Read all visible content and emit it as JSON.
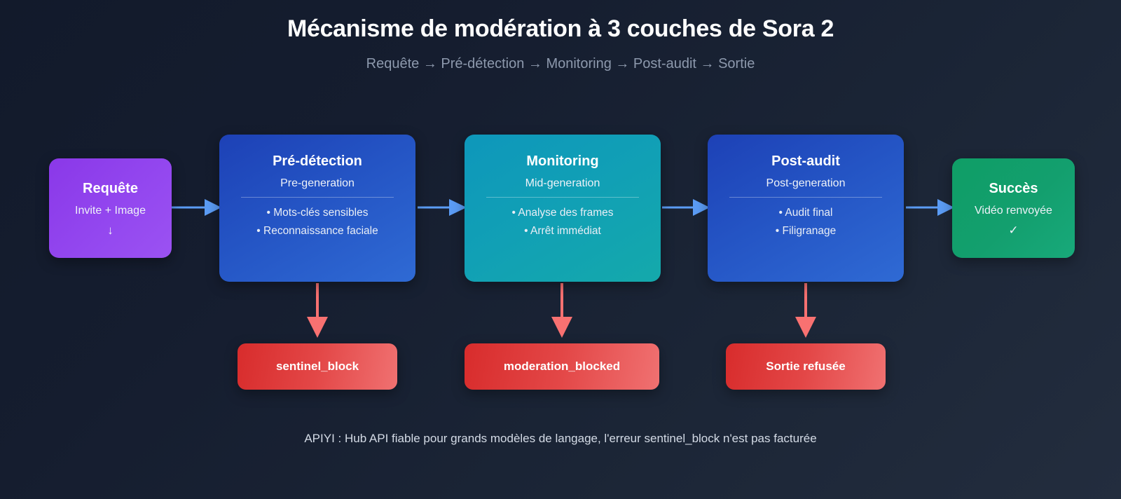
{
  "header": {
    "title": "Mécanisme de modération à 3 couches de Sora 2",
    "subtitle": "Requête → Pré-détection → Monitoring → Post-audit → Sortie"
  },
  "colors": {
    "background": "#151d2f",
    "start": "#9347ef",
    "stage_blue": "#2454c4",
    "stage_teal": "#11a0b5",
    "success": "#139f6e",
    "error": "#e34747",
    "flow_arrow": "#5b9cf5",
    "reject_arrow": "#f87171",
    "subtitle_text": "#8d99ad"
  },
  "flow": {
    "start": {
      "title": "Requête",
      "subtitle": "Invite + Image",
      "mark": "↓"
    },
    "stages": [
      {
        "id": "pre-detection",
        "title": "Pré-détection",
        "subtitle": "Pre-generation",
        "bullets": [
          "• Mots-clés sensibles",
          "• Reconnaissance faciale"
        ],
        "failure": "sentinel_block"
      },
      {
        "id": "monitoring",
        "title": "Monitoring",
        "subtitle": "Mid-generation",
        "bullets": [
          "• Analyse des frames",
          "• Arrêt immédiat"
        ],
        "failure": "moderation_blocked"
      },
      {
        "id": "post-audit",
        "title": "Post-audit",
        "subtitle": "Post-generation",
        "bullets": [
          "• Audit final",
          "• Filigranage"
        ],
        "failure": "Sortie refusée"
      }
    ],
    "end": {
      "title": "Succès",
      "subtitle": "Vidéo renvoyée",
      "mark": "✓"
    }
  },
  "footer": {
    "note": "APIYI : Hub API fiable pour grands modèles de langage, l'erreur sentinel_block n'est pas facturée"
  }
}
